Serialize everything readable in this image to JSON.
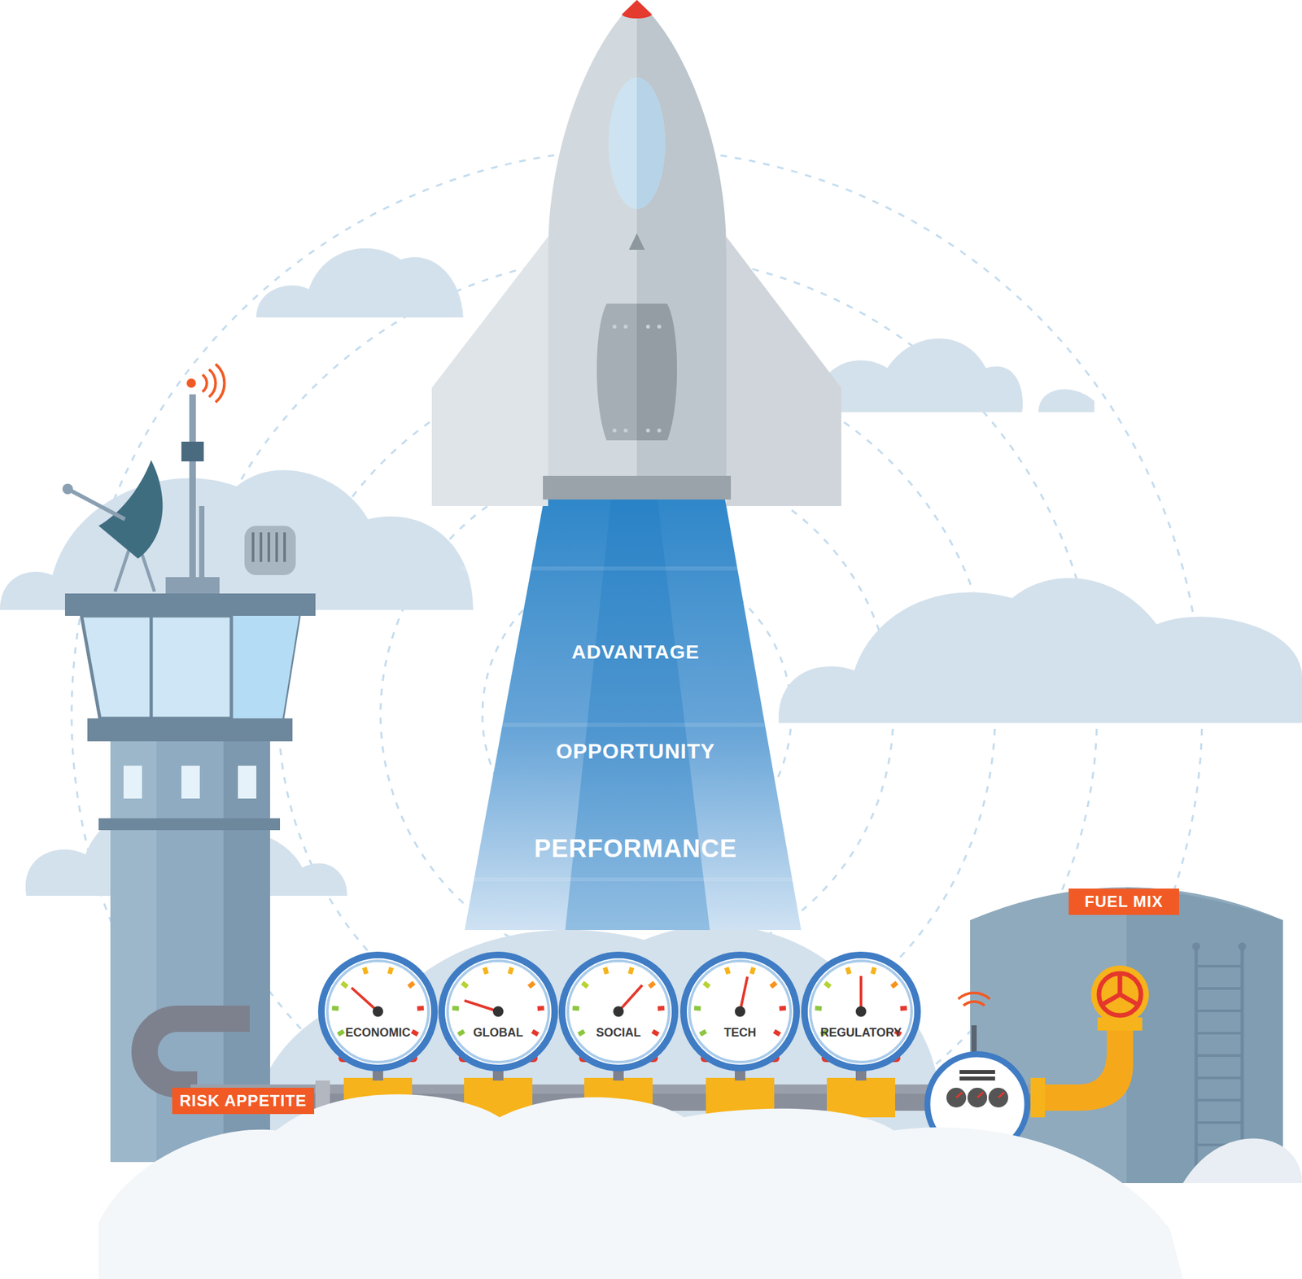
{
  "diagram": {
    "nodes": [
      {
        "text": [
          "ECONOMIC"
        ]
      },
      {
        "text": [
          "GLOBAL"
        ]
      },
      {
        "text": [
          "SOCIAL"
        ]
      },
      {
        "text": [
          "TECH"
        ]
      },
      {
        "text": [
          "REGULATORY"
        ]
      },
      {
        "text": [
          "RISK APPETITE"
        ]
      },
      {
        "text": [
          "FUEL MIX"
        ]
      }
    ],
    "labels": [
      "ADVANTAGE",
      "OPPORTUNITY",
      "PERFORMANCE"
    ]
  }
}
